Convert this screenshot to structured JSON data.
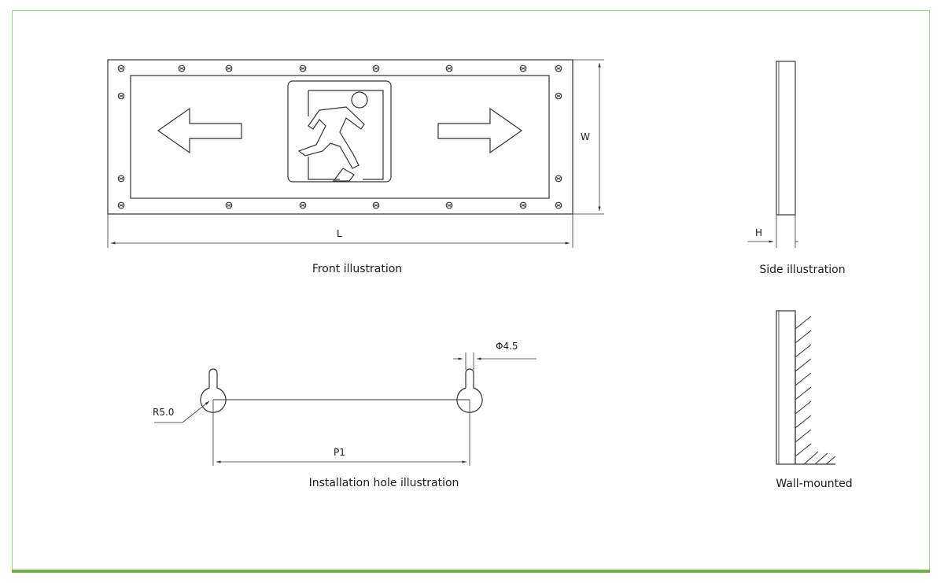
{
  "labels": {
    "front_caption": "Front illustration",
    "side_caption": "Side illustration",
    "install_caption": "Installation hole illustration",
    "wall_caption": "Wall-mounted"
  },
  "dimensions": {
    "length": "L",
    "width": "W",
    "height": "H",
    "pitch": "P1",
    "hole_diameter": "Φ4.5",
    "radius": "R5.0"
  },
  "colors": {
    "frame_border": "#a6cf84",
    "frame_accent": "#6cb33f",
    "line": "#333333"
  }
}
